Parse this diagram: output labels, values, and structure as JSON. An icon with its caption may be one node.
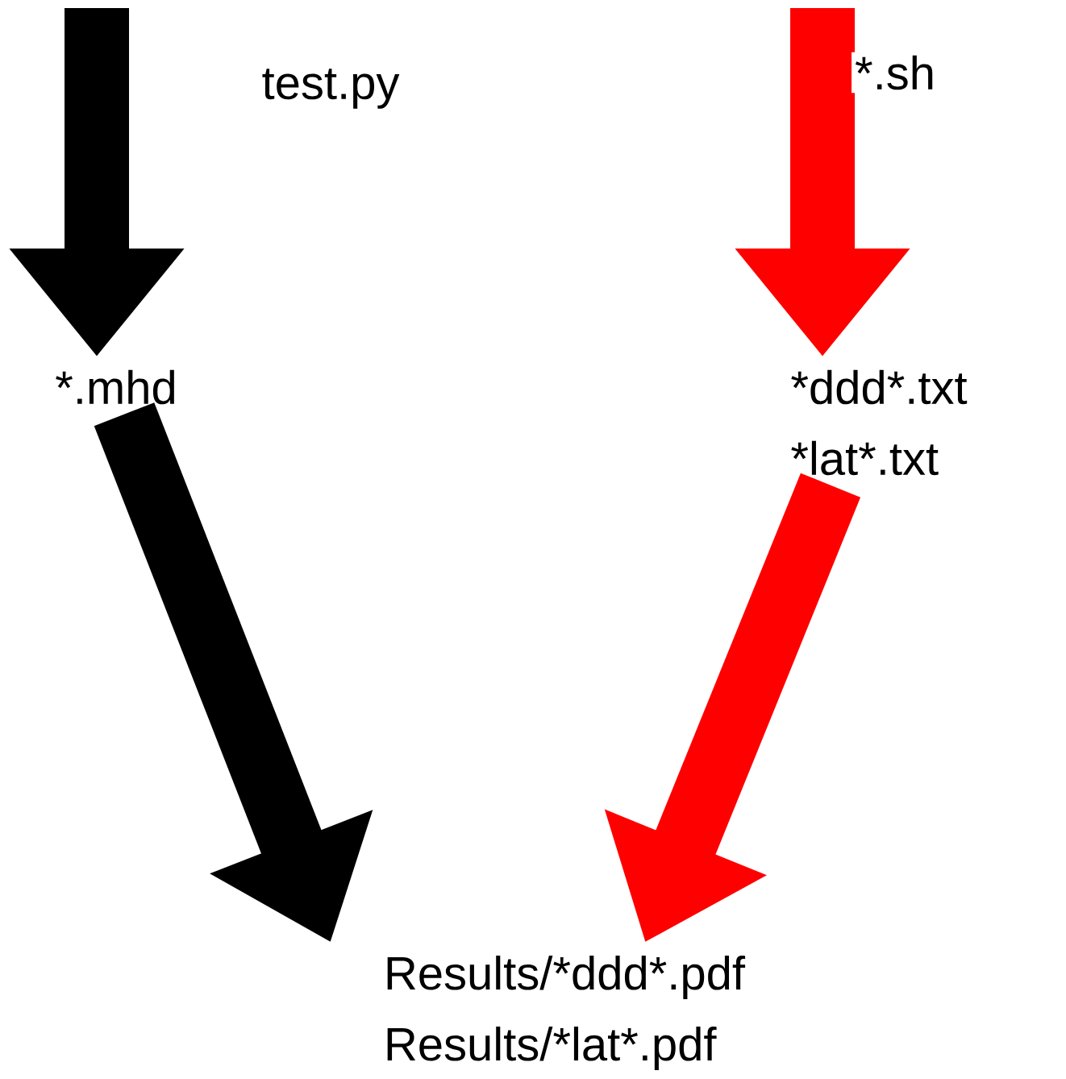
{
  "diagram": {
    "nodes": [
      {
        "text": [
          "*.mhd"
        ]
      },
      {
        "text": [
          "*ddd*.txt",
          "*lat*.txt"
        ]
      },
      {
        "text": [
          "Results/*ddd*.pdf",
          "Results/*lat*.pdf"
        ]
      }
    ],
    "edges": [
      {
        "from": null,
        "to": 0,
        "arrow": "to",
        "label": "test.py",
        "color": "#000000"
      },
      {
        "from": null,
        "to": 1,
        "arrow": "to",
        "label": "*.sh",
        "color": "#ff0000"
      },
      {
        "from": 0,
        "to": 2,
        "arrow": "to",
        "color": "#000000"
      },
      {
        "from": 1,
        "to": 2,
        "arrow": "to",
        "color": "#ff0000"
      }
    ]
  }
}
